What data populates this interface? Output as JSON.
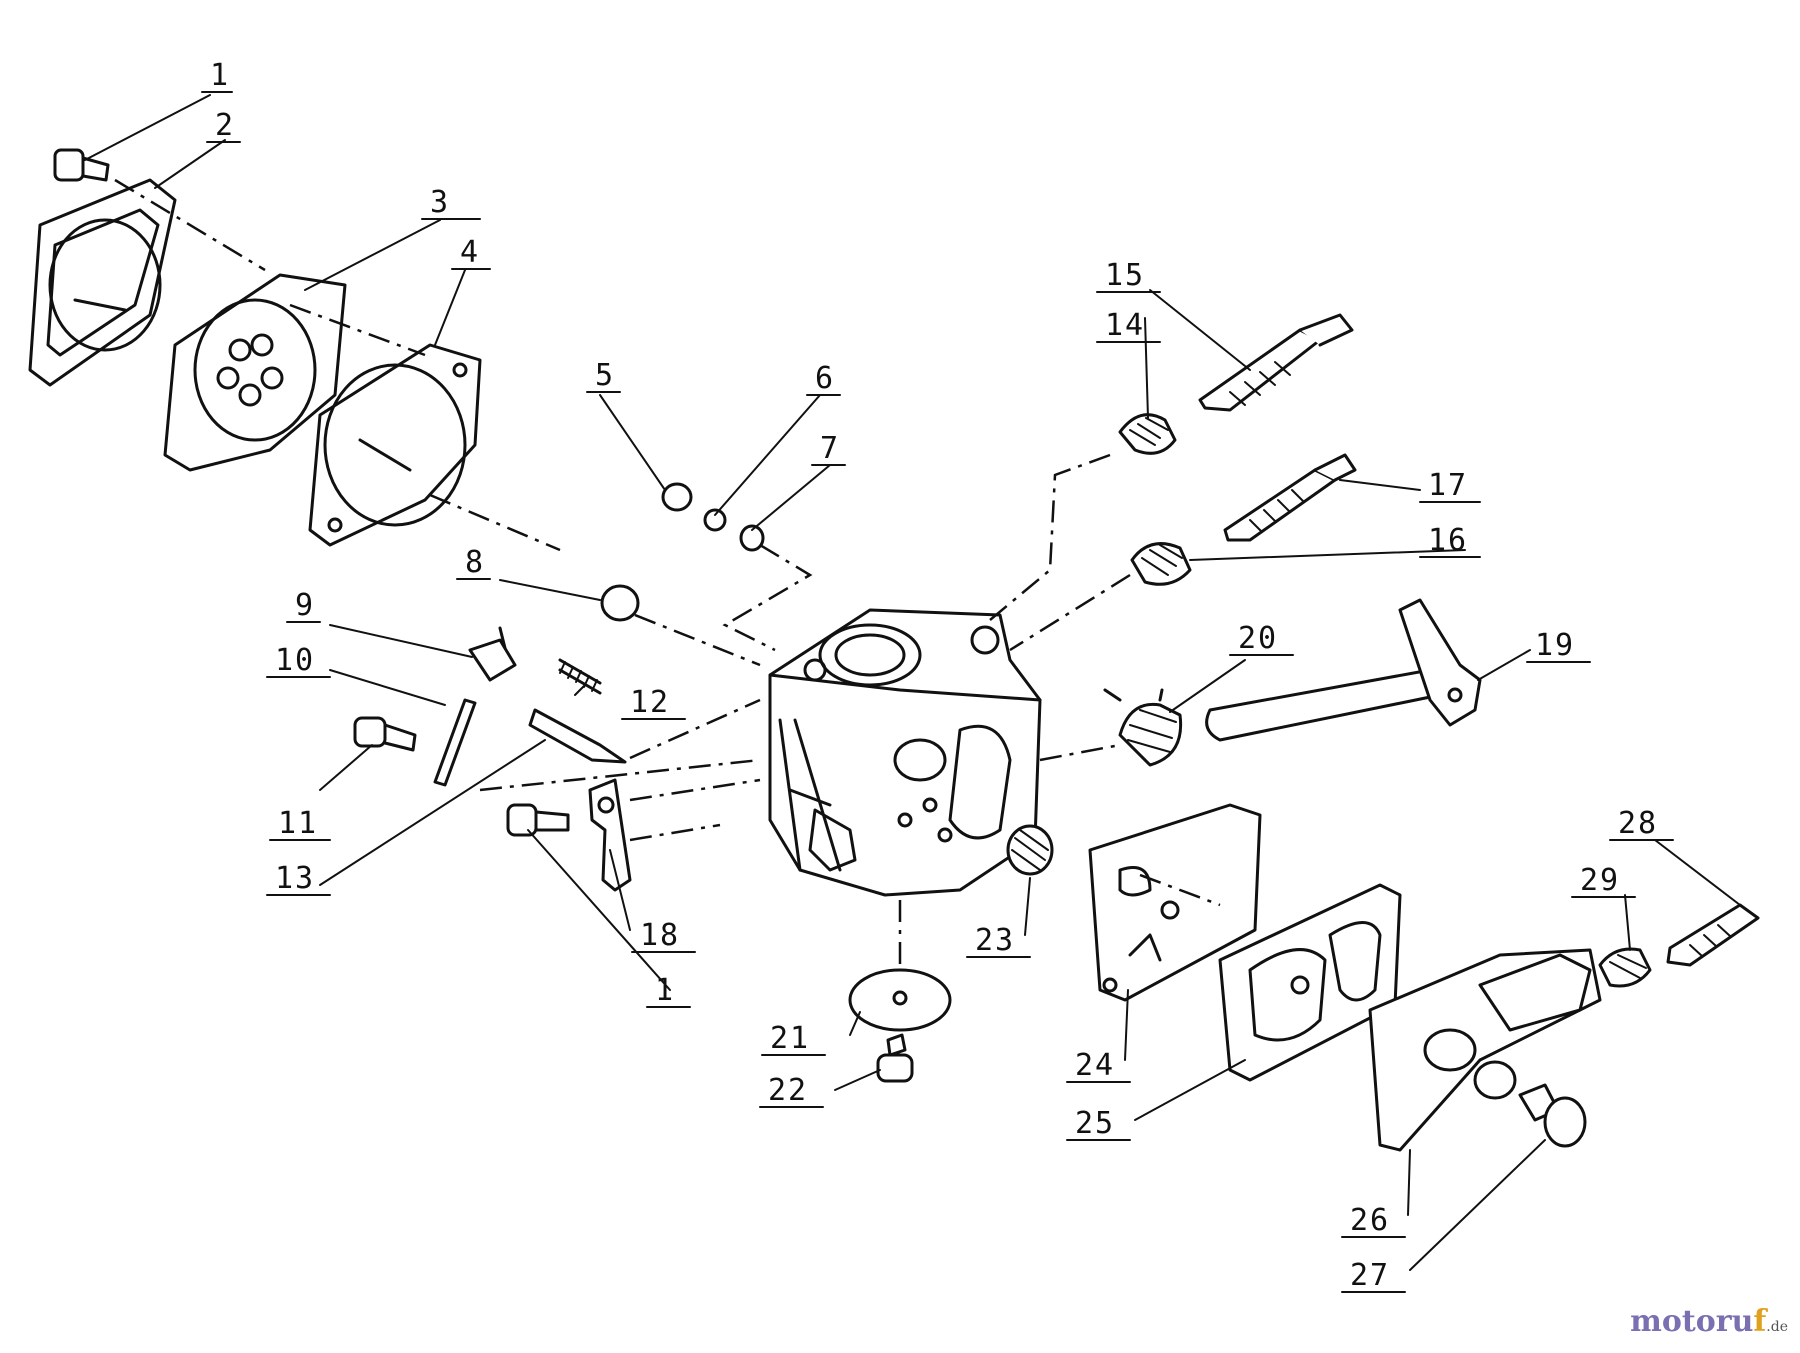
{
  "diagram": {
    "parts": [
      {
        "id": "p1a",
        "number": "1"
      },
      {
        "id": "p2",
        "number": "2"
      },
      {
        "id": "p3",
        "number": "3"
      },
      {
        "id": "p4",
        "number": "4"
      },
      {
        "id": "p5",
        "number": "5"
      },
      {
        "id": "p6",
        "number": "6"
      },
      {
        "id": "p7",
        "number": "7"
      },
      {
        "id": "p8",
        "number": "8"
      },
      {
        "id": "p9",
        "number": "9"
      },
      {
        "id": "p10",
        "number": "10"
      },
      {
        "id": "p11",
        "number": "11"
      },
      {
        "id": "p12",
        "number": "12"
      },
      {
        "id": "p13",
        "number": "13"
      },
      {
        "id": "p14",
        "number": "14"
      },
      {
        "id": "p15",
        "number": "15"
      },
      {
        "id": "p16",
        "number": "16"
      },
      {
        "id": "p17",
        "number": "17"
      },
      {
        "id": "p18",
        "number": "18"
      },
      {
        "id": "p1b",
        "number": "1"
      },
      {
        "id": "p19",
        "number": "19"
      },
      {
        "id": "p20",
        "number": "20"
      },
      {
        "id": "p21",
        "number": "21"
      },
      {
        "id": "p22",
        "number": "22"
      },
      {
        "id": "p23",
        "number": "23"
      },
      {
        "id": "p24",
        "number": "24"
      },
      {
        "id": "p25",
        "number": "25"
      },
      {
        "id": "p26",
        "number": "26"
      },
      {
        "id": "p27",
        "number": "27"
      },
      {
        "id": "p28",
        "number": "28"
      },
      {
        "id": "p29",
        "number": "29"
      }
    ]
  },
  "watermark": {
    "main": "motoru",
    "accent": "f",
    "tld": ".de"
  }
}
